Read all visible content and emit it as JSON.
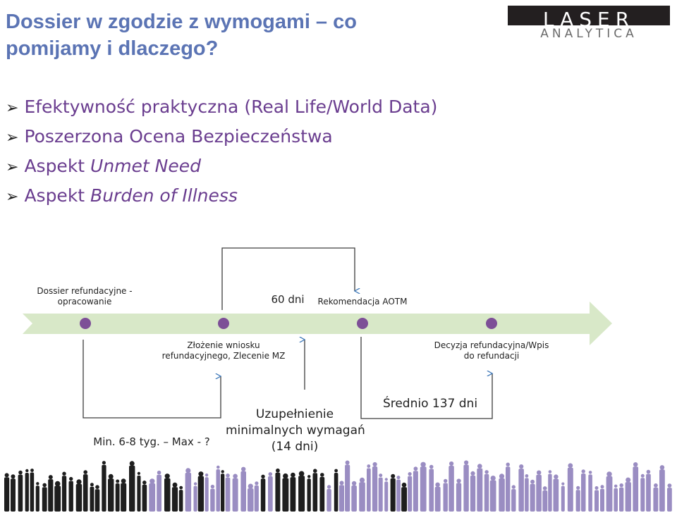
{
  "title": {
    "line1": "Dossier w zgodzie z wymogami – co",
    "line2": "pomijamy i dlaczego?"
  },
  "logo": {
    "top": "LASER",
    "bottom": "ANALYTICA"
  },
  "bullets": [
    {
      "text": "Efektywność praktyczna (Real Life/World Data)",
      "italic": ""
    },
    {
      "text": "Poszerzona Ocena Bezpieczeństwa",
      "italic": ""
    },
    {
      "text": "Aspekt ",
      "italic": "Unmet Need"
    },
    {
      "text": "Aspekt ",
      "italic": "Burden of Illness"
    }
  ],
  "diagram": {
    "dossier_line1": "Dossier refundacyjne -",
    "dossier_line2": "opracowanie",
    "days60": "60 dni",
    "aotm": "Rekomendacja AOTM",
    "zlozenie_line1": "Złożenie wniosku",
    "zlozenie_line2": "refundacyjnego, Zlecenie MZ",
    "decyzja_line1": "Decyzja refundacyjna/Wpis",
    "decyzja_line2": "do refundacji",
    "min_max": "Min. 6-8 tyg. – Max - ?",
    "uzup_line1": "Uzupełnienie",
    "uzup_line2": "minimalnych wymagań",
    "uzup_line3": "(14 dni)",
    "srednio": "Średnio 137 dni"
  },
  "colors": {
    "title": "#5b74b4",
    "bullets": "#6a3d8f",
    "timeline_arrow": "#d8e8c8",
    "node": "#7d4f97",
    "connector": "#3d3d3d",
    "connector_arrow": "#3c77b8"
  }
}
